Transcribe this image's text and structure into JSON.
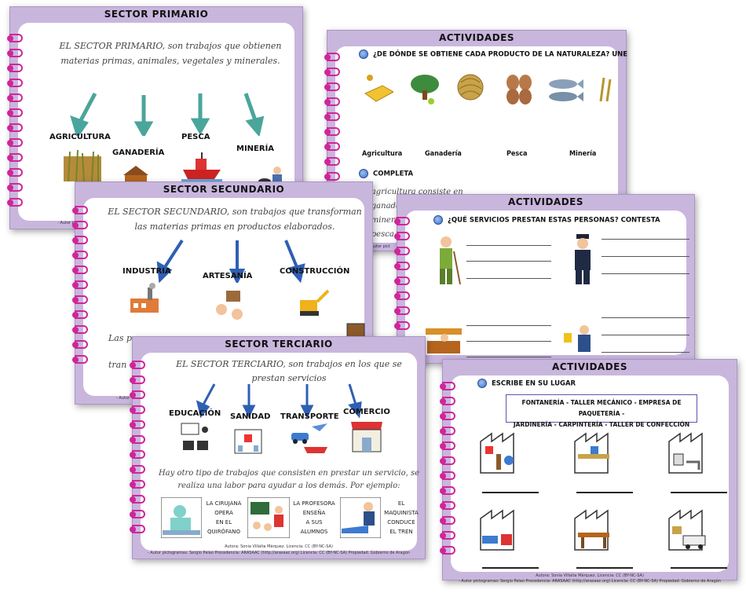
{
  "primario": {
    "title": "SECTOR PRIMARIO",
    "text": "EL SECTOR PRIMARIO, son trabajos que obtienen materias primas, animales, vegetales y minerales.",
    "items": [
      "AGRICULTURA",
      "GANADERÍA",
      "PESCA",
      "MINERÍA"
    ],
    "credit": "- Autor picto"
  },
  "act1": {
    "title": "ACTIVIDADES",
    "q1": "¿DE DÓNDE SE OBTIENE CADA PRODUCTO DE LA NATURALEZA? UNE",
    "labels": [
      "Agricultura",
      "Ganadería",
      "Pesca",
      "Minería"
    ],
    "q2": "COMPLETA",
    "l1": "La agricultura consiste en",
    "l2": "La ganadería consiste en",
    "l3": "La minería",
    "l4": "La pesca",
    "footer": "- Autor pict"
  },
  "secundario": {
    "title": "SECTOR SECUNDARIO",
    "text": "EL SECTOR SECUNDARIO, son trabajos que transforman las materias primas en productos elaborados.",
    "items": [
      "INDUSTRIA",
      "ARTESANÍA",
      "CONSTRUCCIÓN"
    ],
    "t2": "Las p",
    "t3": "tran",
    "credit": "- Autor"
  },
  "act2": {
    "title": "ACTIVIDADES",
    "q": "¿QUÉ SERVICIOS PRESTAN ESTAS PERSONAS? CONTESTA"
  },
  "terciario": {
    "title": "SECTOR TERCIARIO",
    "text": "EL SECTOR TERCIARIO, son trabajos en los que se prestan servicios",
    "items": [
      "EDUCACIÓN",
      "SANIDAD",
      "TRANSPORTE",
      "COMERCIO"
    ],
    "p": "Hay otro tipo de trabajos que consisten en prestar un servicio, se realiza una labor para ayudar a los demás. Por ejemplo:",
    "ex": [
      [
        "LA CIRUJANA",
        "OPERA",
        "EN EL",
        "QUIRÓFANO"
      ],
      [
        "LA PROFESORA",
        "ENSEÑA",
        "A SUS",
        "ALUMNOS"
      ],
      [
        "EL MAQUINISTA",
        "CONDUCE",
        "EL TREN"
      ]
    ],
    "c1": "Autora: Sonia Villalta Márquez. Licencia: CC (BY-NC-SA)",
    "c2": "- Autor pictogramas: Sergio Palao Procedencia: ARASAAC (http://arasaac.org) Licencia: CC (BY-NC-SA) Propiedad: Gobierno de Aragón"
  },
  "act3": {
    "title": "ACTIVIDADES",
    "q": "ESCRIBE EN SU LUGAR",
    "box1": "FONTANERÍA - TALLER MECÁNICO - EMPRESA DE PAQUETERÍA -",
    "box2": "JARDINERÍA - CARPINTERÍA - TALLER DE CONFECCIÓN",
    "c1": "Autora: Sonia Villalta Márquez. Licencia: CC (BY-NC-SA)",
    "c2": "- Autor pictogramas: Sergio Palao Procedencia: ARASAAC (http://arasaac.org) Licencia: CC (BY-NC-SA) Propiedad: Gobierno de Aragón"
  },
  "colors": {
    "frame": "#c9b6dd",
    "rings": "#d0259b",
    "arrowTeal": "#4aa59b",
    "arrowBlue": "#2e5fb3"
  }
}
